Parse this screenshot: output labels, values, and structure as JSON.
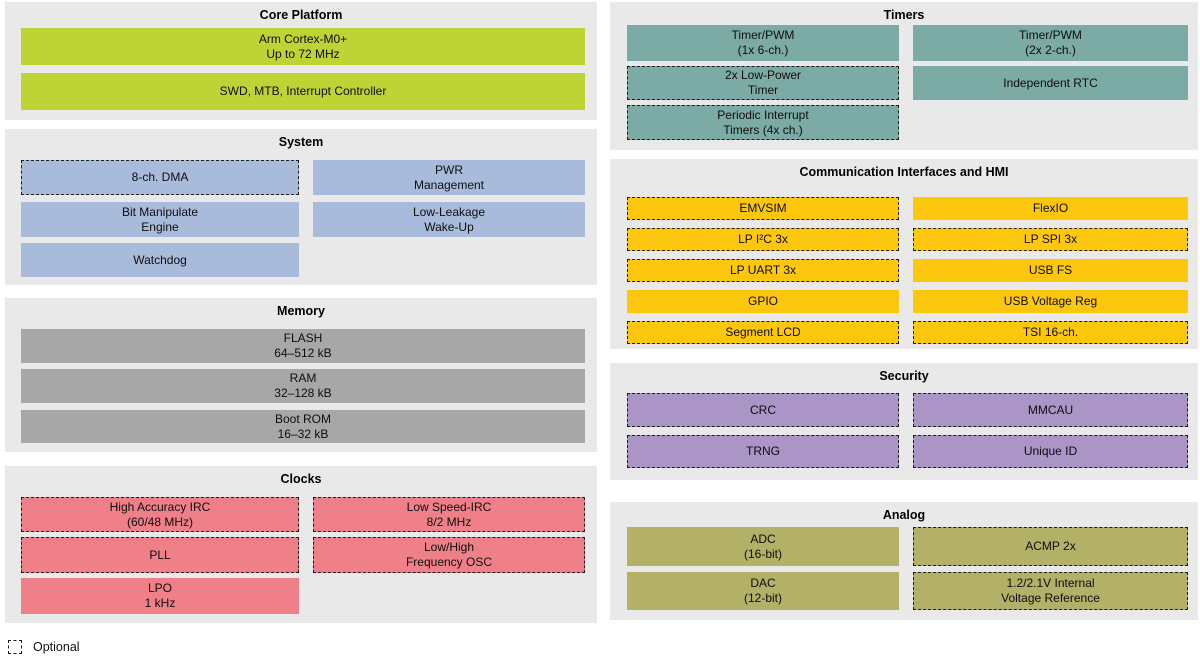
{
  "legend": {
    "label": "Optional"
  },
  "palette": {
    "panel_bg": "#e9e9ea",
    "core_platform": "#bed334",
    "system": "#a9bbdb",
    "memory": "#a7a7a7",
    "clocks": "#ef8089",
    "timers": "#7caaa4",
    "comm": "#fdc70d",
    "security": "#ab95c6",
    "analog": "#b3b167"
  },
  "sections": {
    "core_platform": {
      "title": "Core Platform",
      "blocks": {
        "cortex": "Arm Cortex-M0+\nUp to 72 MHz",
        "swd": "SWD, MTB, Interrupt Controller"
      }
    },
    "system": {
      "title": "System",
      "blocks": {
        "dma": "8-ch. DMA",
        "pwr": "PWR\nManagement",
        "bme": "Bit Manipulate\nEngine",
        "llwu": "Low-Leakage\nWake-Up",
        "watchdog": "Watchdog"
      }
    },
    "memory": {
      "title": "Memory",
      "blocks": {
        "flash": "FLASH\n64–512 kB",
        "ram": "RAM\n32–128 kB",
        "bootrom": "Boot ROM\n16–32 kB"
      }
    },
    "clocks": {
      "title": "Clocks",
      "blocks": {
        "hirc": "High Accuracy IRC\n(60/48 MHz)",
        "lirc": "Low Speed-IRC\n8/2 MHz",
        "pll": "PLL",
        "osc": "Low/High\nFrequency OSC",
        "lpo": "LPO\n1 kHz"
      }
    },
    "timers": {
      "title": "Timers",
      "blocks": {
        "tpm6": "Timer/PWM\n(1x 6-ch.)",
        "tpm2": "Timer/PWM\n(2x 2-ch.)",
        "lptmr": "2x Low-Power\nTimer",
        "rtc": "Independent RTC",
        "pit": "Periodic Interrupt\nTimers (4x ch.)"
      }
    },
    "comm": {
      "title": "Communication Interfaces and HMI",
      "blocks": {
        "emvsim": "EMVSIM",
        "flexio": "FlexIO",
        "lpi2c": "LP I²C 3x",
        "lpspi": "LP SPI 3x",
        "lpuart": "LP UART 3x",
        "usbfs": "USB FS",
        "gpio": "GPIO",
        "usbreg": "USB Voltage Reg",
        "slcd": "Segment LCD",
        "tsi": "TSI 16-ch."
      }
    },
    "security": {
      "title": "Security",
      "blocks": {
        "crc": "CRC",
        "mmcau": "MMCAU",
        "trng": "TRNG",
        "uid": "Unique ID"
      }
    },
    "analog": {
      "title": "Analog",
      "blocks": {
        "adc": "ADC\n(16-bit)",
        "acmp": "ACMP 2x",
        "dac": "DAC\n(12-bit)",
        "vref": "1.2/2.1V Internal\nVoltage Reference"
      }
    }
  }
}
